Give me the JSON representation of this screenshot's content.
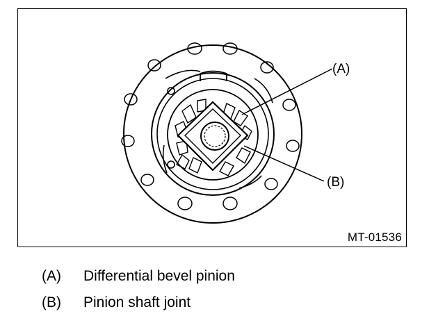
{
  "figure": {
    "callout_a": "(A)",
    "callout_b": "(B)",
    "code": "MT-01536"
  },
  "legend": [
    {
      "key": "(A)",
      "text": "Differential bevel pinion"
    },
    {
      "key": "(B)",
      "text": "Pinion shaft joint"
    }
  ]
}
